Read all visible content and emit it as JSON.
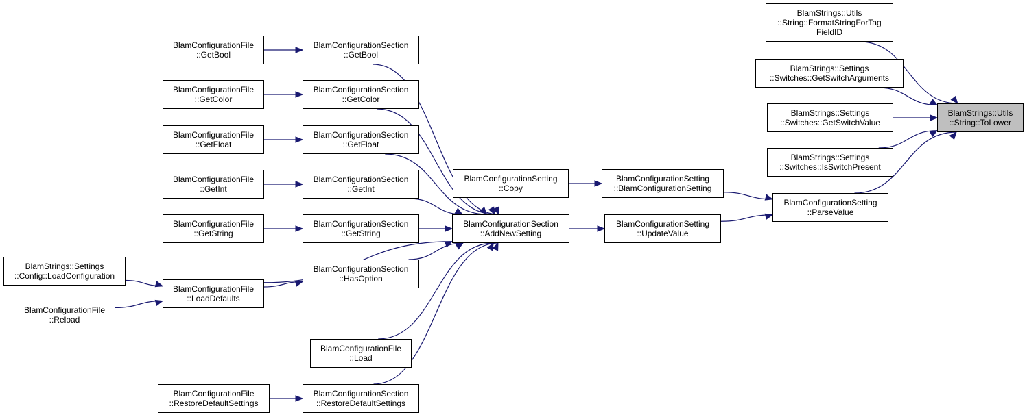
{
  "colors": {
    "edge": "#191970",
    "border": "#000000",
    "highlight_fill": "#bfbfbf",
    "node_fill": "#ffffff"
  },
  "nodes": {
    "utils_tolower": {
      "line1": "BlamStrings::Utils",
      "line2": "::String::ToLower"
    },
    "utils_format": {
      "line1": "BlamStrings::Utils",
      "line2": "::String::FormatStringForTag",
      "line3": "FieldID"
    },
    "settings_getargs": {
      "line1": "BlamStrings::Settings",
      "line2": "::Switches::GetSwitchArguments"
    },
    "settings_getvalue": {
      "line1": "BlamStrings::Settings",
      "line2": "::Switches::GetSwitchValue"
    },
    "settings_ispresent": {
      "line1": "BlamStrings::Settings",
      "line2": "::Switches::IsSwitchPresent"
    },
    "setting_parsevalue": {
      "line1": "BlamConfigurationSetting",
      "line2": "::ParseValue"
    },
    "setting_ctor": {
      "line1": "BlamConfigurationSetting",
      "line2": "::BlamConfigurationSetting"
    },
    "setting_updatevalue": {
      "line1": "BlamConfigurationSetting",
      "line2": "::UpdateValue"
    },
    "setting_copy": {
      "line1": "BlamConfigurationSetting",
      "line2": "::Copy"
    },
    "section_addnew": {
      "line1": "BlamConfigurationSection",
      "line2": "::AddNewSetting"
    },
    "section_getbool": {
      "line1": "BlamConfigurationSection",
      "line2": "::GetBool"
    },
    "section_getcolor": {
      "line1": "BlamConfigurationSection",
      "line2": "::GetColor"
    },
    "section_getfloat": {
      "line1": "BlamConfigurationSection",
      "line2": "::GetFloat"
    },
    "section_getint": {
      "line1": "BlamConfigurationSection",
      "line2": "::GetInt"
    },
    "section_getstring": {
      "line1": "BlamConfigurationSection",
      "line2": "::GetString"
    },
    "section_hasoption": {
      "line1": "BlamConfigurationSection",
      "line2": "::HasOption"
    },
    "section_restore": {
      "line1": "BlamConfigurationSection",
      "line2": "::RestoreDefaultSettings"
    },
    "file_getbool": {
      "line1": "BlamConfigurationFile",
      "line2": "::GetBool"
    },
    "file_getcolor": {
      "line1": "BlamConfigurationFile",
      "line2": "::GetColor"
    },
    "file_getfloat": {
      "line1": "BlamConfigurationFile",
      "line2": "::GetFloat"
    },
    "file_getint": {
      "line1": "BlamConfigurationFile",
      "line2": "::GetInt"
    },
    "file_getstring": {
      "line1": "BlamConfigurationFile",
      "line2": "::GetString"
    },
    "file_loaddefaults": {
      "line1": "BlamConfigurationFile",
      "line2": "::LoadDefaults"
    },
    "file_load": {
      "line1": "BlamConfigurationFile",
      "line2": "::Load"
    },
    "file_restore": {
      "line1": "BlamConfigurationFile",
      "line2": "::RestoreDefaultSettings"
    },
    "file_reload": {
      "line1": "BlamConfigurationFile",
      "line2": "::Reload"
    },
    "config_loadconfig": {
      "line1": "BlamStrings::Settings",
      "line2": "::Config::LoadConfiguration"
    }
  },
  "edges": [
    [
      "utils_format",
      "utils_tolower"
    ],
    [
      "settings_getargs",
      "utils_tolower"
    ],
    [
      "settings_getvalue",
      "utils_tolower"
    ],
    [
      "settings_ispresent",
      "utils_tolower"
    ],
    [
      "setting_parsevalue",
      "utils_tolower"
    ],
    [
      "setting_ctor",
      "setting_parsevalue"
    ],
    [
      "setting_updatevalue",
      "setting_parsevalue"
    ],
    [
      "setting_copy",
      "setting_ctor"
    ],
    [
      "section_addnew",
      "setting_updatevalue"
    ],
    [
      "section_getbool",
      "section_addnew"
    ],
    [
      "section_getcolor",
      "section_addnew"
    ],
    [
      "section_getfloat",
      "section_addnew"
    ],
    [
      "section_getint",
      "section_addnew"
    ],
    [
      "section_getstring",
      "section_addnew"
    ],
    [
      "section_hasoption",
      "section_addnew"
    ],
    [
      "file_loaddefaults",
      "section_addnew"
    ],
    [
      "file_load",
      "section_addnew"
    ],
    [
      "section_restore",
      "section_addnew"
    ],
    [
      "file_getbool",
      "section_getbool"
    ],
    [
      "file_getcolor",
      "section_getcolor"
    ],
    [
      "file_getfloat",
      "section_getfloat"
    ],
    [
      "file_getint",
      "section_getint"
    ],
    [
      "file_getstring",
      "section_getstring"
    ],
    [
      "file_loaddefaults",
      "section_hasoption"
    ],
    [
      "config_loadconfig",
      "file_loaddefaults"
    ],
    [
      "file_reload",
      "file_loaddefaults"
    ],
    [
      "file_restore",
      "section_restore"
    ]
  ]
}
